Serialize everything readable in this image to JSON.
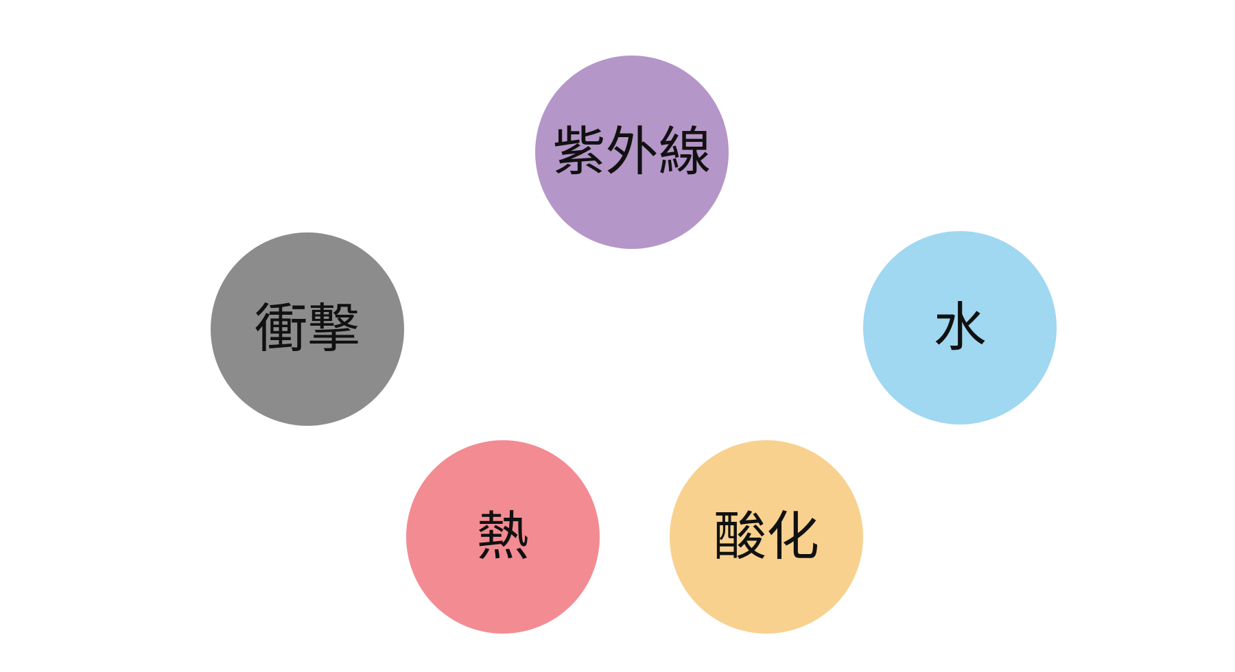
{
  "nodes": [
    {
      "id": "uv",
      "label": "紫外線",
      "color": "#b596c8"
    },
    {
      "id": "impact",
      "label": "衝撃",
      "color": "#8c8c8c"
    },
    {
      "id": "water",
      "label": "水",
      "color": "#a0d7f1"
    },
    {
      "id": "heat",
      "label": "熱",
      "color": "#f38b92"
    },
    {
      "id": "oxidation",
      "label": "酸化",
      "color": "#f8d18f"
    }
  ]
}
